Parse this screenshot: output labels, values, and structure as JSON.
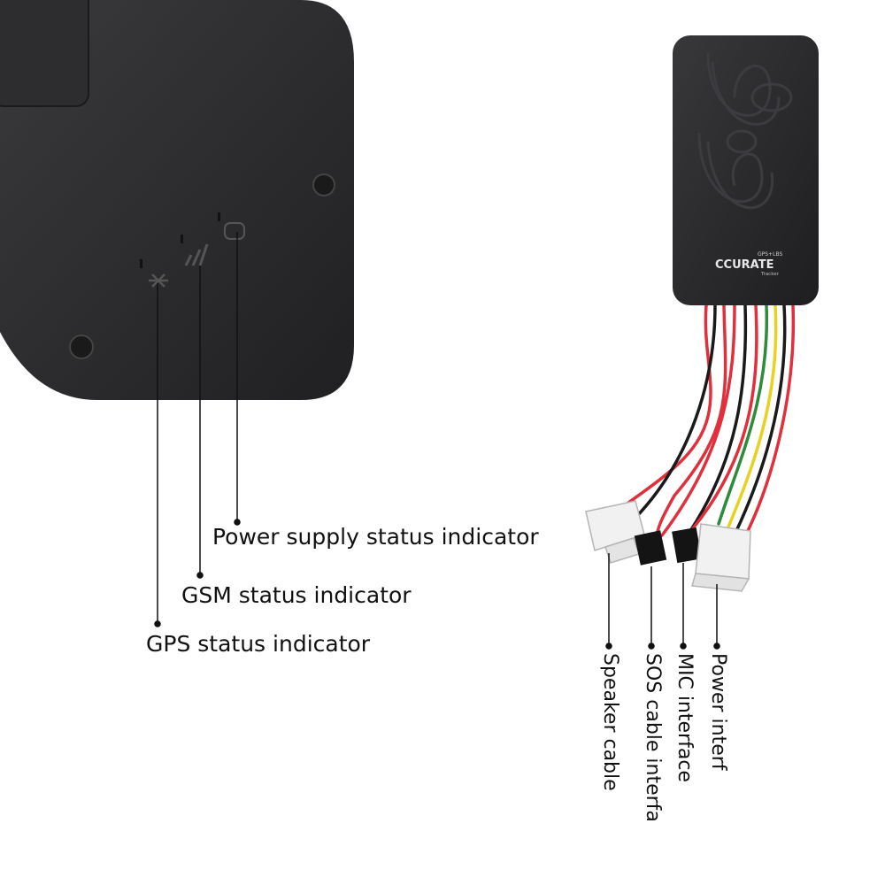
{
  "device_brand": {
    "logo_text": "CCURATE",
    "logo_subtext_top": "GPS+LBS",
    "logo_subtext_bottom": "Tracker"
  },
  "indicators": {
    "power": "Power supply status indicator",
    "gsm": "GSM status indicator",
    "gps": "GPS status indicator"
  },
  "interfaces": {
    "speaker": "Speaker cable",
    "sos": "SOS cable interfa",
    "mic": "MIC interface",
    "power": "Power interf"
  },
  "colors": {
    "device_body": "#2b2b2d",
    "wire_red": "#e0303c",
    "wire_green": "#2e8b3a",
    "wire_yellow": "#e8d21f",
    "wire_black": "#1a1a1a",
    "connector_white": "#f1f1f1",
    "pointer_line": "#111111"
  }
}
